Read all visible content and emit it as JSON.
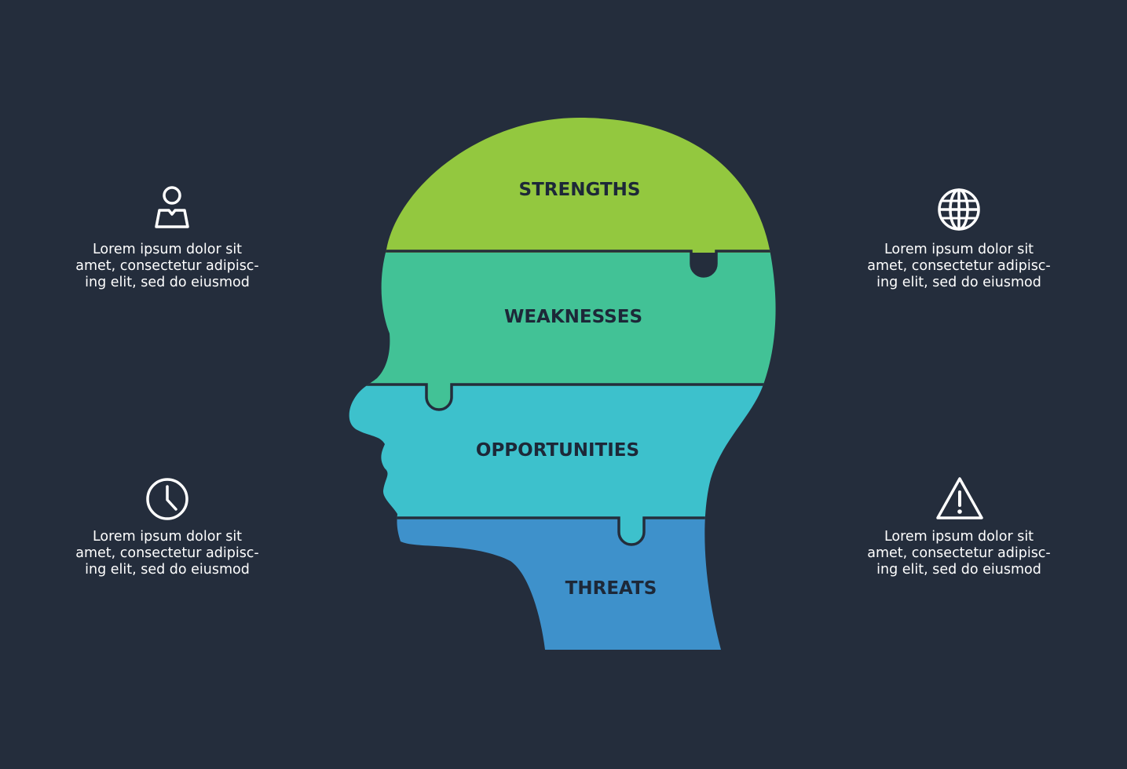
{
  "colors": {
    "background": "#242d3c",
    "strengths": "#93c83f",
    "weaknesses": "#42c296",
    "opportunities": "#3dc1cc",
    "threats": "#3e91cb",
    "divider": "#242d3c",
    "label_text": "#1d2838",
    "note_text": "#ffffff"
  },
  "segments": [
    {
      "id": "strengths",
      "label": "STRENGTHS"
    },
    {
      "id": "weaknesses",
      "label": "WEAKNESSES"
    },
    {
      "id": "opportunities",
      "label": "OPPORTUNITIES"
    },
    {
      "id": "threats",
      "label": "THREATS"
    }
  ],
  "notes": {
    "top_left": {
      "icon": "person-map-icon",
      "lines": [
        "Lorem ipsum dolor sit",
        "amet, consectetur adipisc-",
        "ing elit, sed do eiusmod"
      ]
    },
    "top_right": {
      "icon": "globe-icon",
      "lines": [
        "Lorem ipsum dolor sit",
        "amet, consectetur adipisc-",
        "ing elit, sed do eiusmod"
      ]
    },
    "bottom_left": {
      "icon": "clock-icon",
      "lines": [
        "Lorem ipsum dolor sit",
        "amet, consectetur adipisc-",
        "ing elit, sed do eiusmod"
      ]
    },
    "bottom_right": {
      "icon": "warning-icon",
      "lines": [
        "Lorem ipsum dolor sit",
        "amet, consectetur adipisc-",
        "ing elit, sed do eiusmod"
      ]
    }
  }
}
